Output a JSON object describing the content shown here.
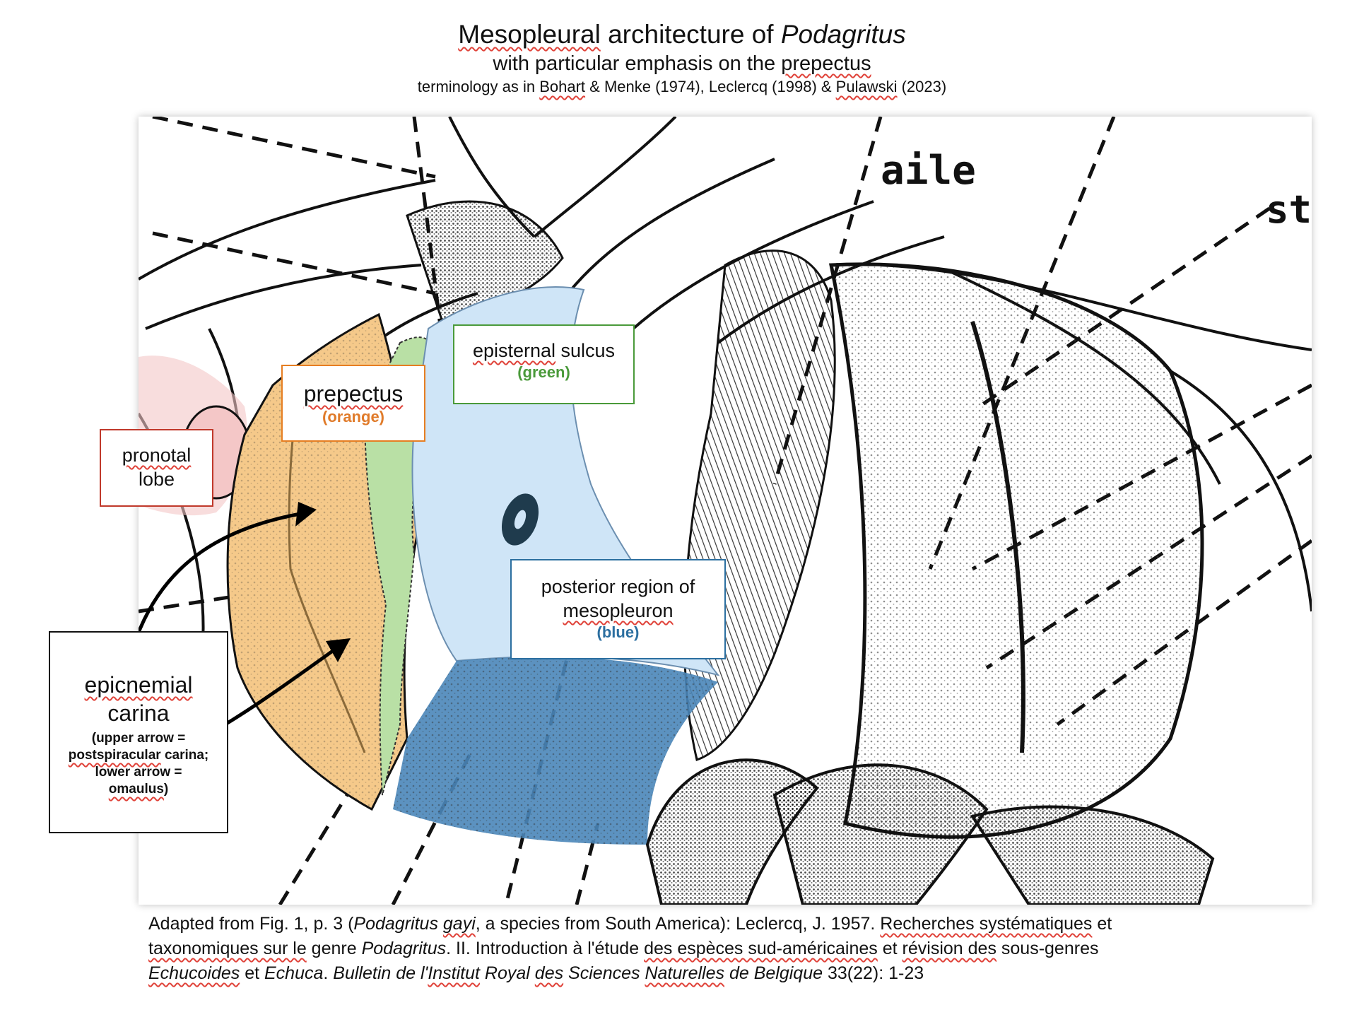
{
  "header": {
    "title_pre": "Mesopleural",
    "title_mid": " architecture of ",
    "title_genus": "Podagritus",
    "subtitle_pre": "with particular emphasis on the ",
    "subtitle_term": "prepectus",
    "terminology_pre": "terminology as in ",
    "terminology_author1": "Bohart",
    "terminology_mid": " & Menke (1974), Leclercq (1998) & ",
    "terminology_author2": "Pulawski",
    "terminology_end": " (2023)"
  },
  "drawing_text": {
    "aile": "aile",
    "st": "st"
  },
  "labels": {
    "pronotal_lobe": {
      "line1": "pronotal",
      "line2": "lobe",
      "border": "#c0392b"
    },
    "prepectus": {
      "name": "prepectus",
      "color_word": "(orange)",
      "border": "#e67e22",
      "text_color": "#e07b2a"
    },
    "episternal_sulcus": {
      "word1": "episternal",
      "word2": " sulcus",
      "color_word": "(green)",
      "border": "#4a9a3a",
      "text_color": "#4a9a3a"
    },
    "posterior_mesopleuron": {
      "line1": "posterior region of",
      "line2": "mesopleuron",
      "color_word": "(blue)",
      "border": "#2c6fa0",
      "text_color": "#2c6fa0"
    },
    "epicnemial_carina": {
      "line1": "epicnemial",
      "line2": "carina",
      "note1": "(upper arrow =",
      "note2a": "postspiracular",
      "note2b": " carina;",
      "note3": "lower arrow =",
      "note4": "omaulus",
      "note4b": ")",
      "border": "#111111"
    }
  },
  "region_colors": {
    "pronotal_lobe": "#f4c7c7",
    "prepectus": "#f5c98a",
    "episternal_sulcus": "#b9e0a5",
    "posterior_mesopleuron": "#cfe5f7",
    "lower_mesopleuron": "#4a86b9"
  },
  "caption": {
    "p1": "Adapted from Fig. 1, p. 3 (",
    "p2": "Podagritus",
    "p3": " ",
    "p4": "gayi",
    "p5": ", a species from South America): Leclercq, J. 1957. ",
    "p6": "Recherches systématiques",
    "p7": " et",
    "p8": "taxonomiques sur le",
    "p9": " genre ",
    "p10": "Podagritus",
    "p11": ". II. Introduction à l'étude ",
    "p12": "des espèces sud-américaines",
    "p13": " et ",
    "p14": "révision des",
    "p15": " sous-genres",
    "p16": "Echucoides",
    "p17": " et ",
    "p18": "Echuca",
    "p19": ". ",
    "p20": "Bulletin de l'",
    "p21": "Institut",
    "p22": " Royal ",
    "p23": "des",
    "p24": " Sciences ",
    "p25": "Naturelles",
    "p26": " de Belgique",
    "p27": " 33(22): 1-23"
  }
}
